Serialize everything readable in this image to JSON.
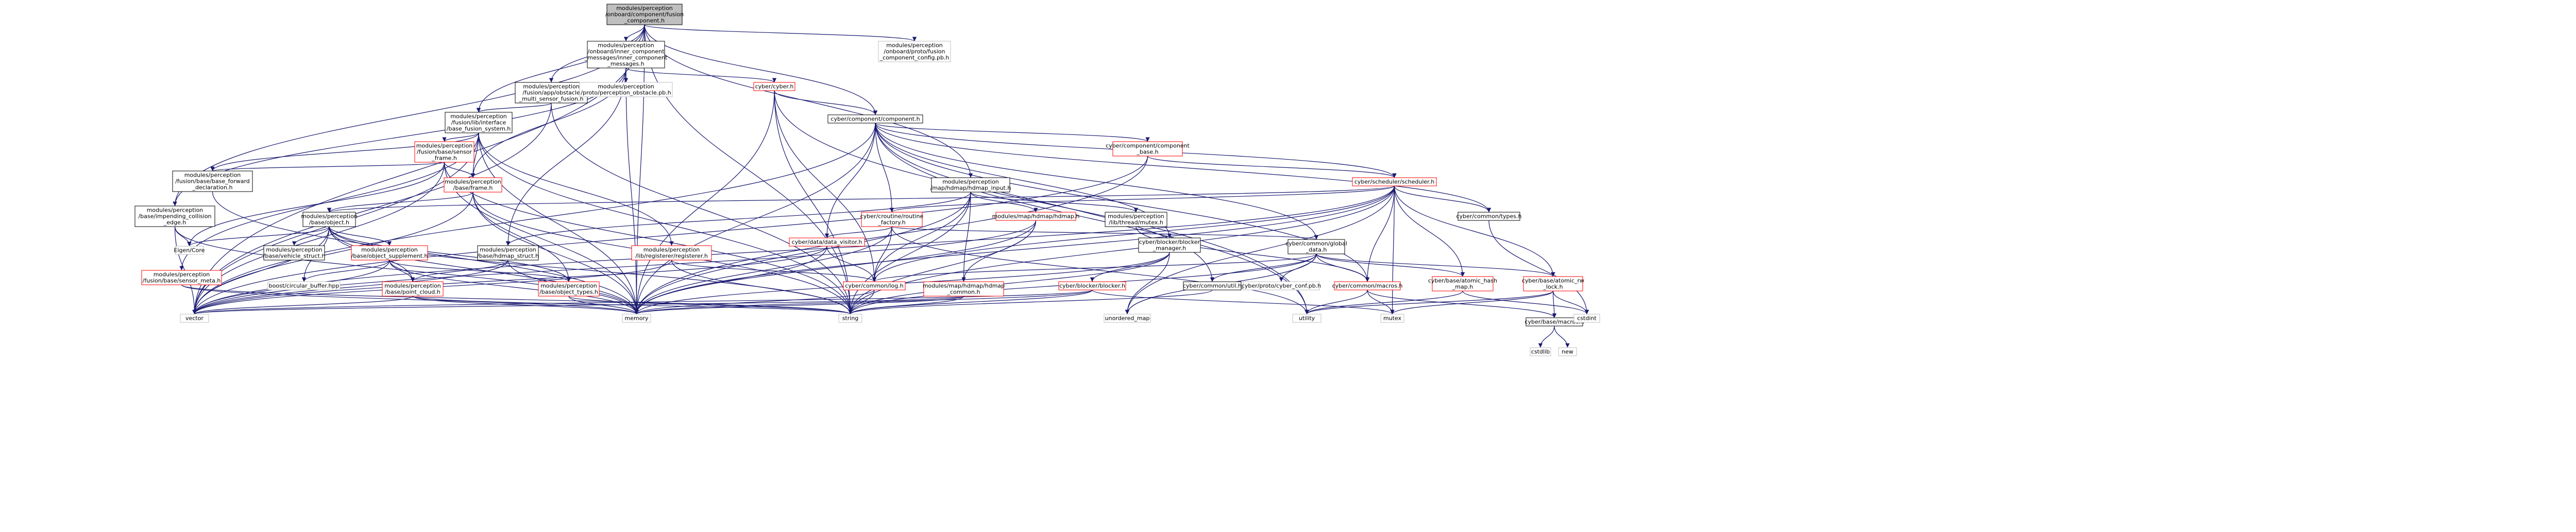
{
  "colors": {
    "edge": "#191970",
    "normal_border": "#000000",
    "normal_fill": "#ffffff",
    "red_border": "#ff0000",
    "root_fill": "#bfbfbf",
    "ext_border": "#bfbfbf"
  },
  "nodes": [
    {
      "id": "root",
      "lines": [
        "modules/perception",
        "/onboard/component/fusion",
        "_component.h"
      ],
      "style": "root"
    },
    {
      "id": "fusion_msgs",
      "lines": [
        "modules/perception",
        "/onboard/inner_component",
        "_messages/inner_component",
        "_messages.h"
      ],
      "style": "normal"
    },
    {
      "id": "fusion_conf",
      "lines": [
        "modules/perception",
        "/onboard/proto/fusion",
        "_component_config.pb.h"
      ],
      "style": "ext"
    },
    {
      "id": "app_fusion",
      "lines": [
        "modules/perception",
        "/fusion/app/obstacle",
        "_multi_sensor_fusion.h"
      ],
      "style": "normal"
    },
    {
      "id": "obstacle_pb",
      "lines": [
        "modules/perception",
        "/proto/perception_obstacle.pb.h"
      ],
      "style": "ext"
    },
    {
      "id": "cyber_h",
      "lines": [
        "cyber/cyber.h"
      ],
      "style": "red"
    },
    {
      "id": "cyber_component",
      "lines": [
        "cyber/component/component.h"
      ],
      "style": "normal"
    },
    {
      "id": "base_fusion",
      "lines": [
        "modules/perception",
        "/fusion/lib/interface",
        "/base_fusion_system.h"
      ],
      "style": "normal"
    },
    {
      "id": "sensor_frame",
      "lines": [
        "modules/perception",
        "/fusion/base/sensor",
        "_frame.h"
      ],
      "style": "red"
    },
    {
      "id": "base_forward",
      "lines": [
        "modules/perception",
        "/fusion/base/base_forward",
        "_declaration.h"
      ],
      "style": "normal"
    },
    {
      "id": "base_frame",
      "lines": [
        "modules/perception",
        "/base/frame.h"
      ],
      "style": "red"
    },
    {
      "id": "hdmap_input",
      "lines": [
        "modules/perception",
        "/map/hdmap/hdmap_input.h"
      ],
      "style": "normal"
    },
    {
      "id": "component_base",
      "lines": [
        "cyber/component/component",
        "_base.h"
      ],
      "style": "red"
    },
    {
      "id": "scheduler",
      "lines": [
        "cyber/scheduler/scheduler.h"
      ],
      "style": "red"
    },
    {
      "id": "pending_collision",
      "lines": [
        "modules/perception",
        "/base/impending_collision",
        "_edge.h"
      ],
      "style": "normal"
    },
    {
      "id": "base_object",
      "lines": [
        "modules/perception",
        "/base/object.h"
      ],
      "style": "normal"
    },
    {
      "id": "eigen",
      "lines": [
        "Eigen/Core"
      ],
      "style": "ext"
    },
    {
      "id": "vehicle_struct",
      "lines": [
        "modules/perception",
        "/base/vehicle_struct.h"
      ],
      "style": "normal"
    },
    {
      "id": "object_supplement",
      "lines": [
        "modules/perception",
        "/base/object_supplement.h"
      ],
      "style": "red"
    },
    {
      "id": "hdmap_struct",
      "lines": [
        "modules/perception",
        "/base/hdmap_struct.h"
      ],
      "style": "normal"
    },
    {
      "id": "registerer",
      "lines": [
        "modules/perception",
        "/lib/registerer/registerer.h"
      ],
      "style": "red"
    },
    {
      "id": "croutine_factory",
      "lines": [
        "cyber/croutine/routine",
        "_factory.h"
      ],
      "style": "red"
    },
    {
      "id": "data_visitor",
      "lines": [
        "cyber/data/data_visitor.h"
      ],
      "style": "red"
    },
    {
      "id": "hdmap_h",
      "lines": [
        "modules/map/hdmap/hdmap.h"
      ],
      "style": "red"
    },
    {
      "id": "lib_thread",
      "lines": [
        "modules/perception",
        "/lib/thread/mutex.h"
      ],
      "style": "normal"
    },
    {
      "id": "blocker_manager",
      "lines": [
        "cyber/blocker/blocker",
        "_manager.h"
      ],
      "style": "normal"
    },
    {
      "id": "global_data",
      "lines": [
        "cyber/common/global",
        "_data.h"
      ],
      "style": "normal"
    },
    {
      "id": "common_types",
      "lines": [
        "cyber/common/types.h"
      ],
      "style": "normal"
    },
    {
      "id": "sensor_meta",
      "lines": [
        "modules/perception",
        "/fusion/base/sensor_meta.h"
      ],
      "style": "red"
    },
    {
      "id": "circular_buffer",
      "lines": [
        "boost/circular_buffer.hpp"
      ],
      "style": "ext"
    },
    {
      "id": "point_cloud",
      "lines": [
        "modules/perception",
        "/base/point_cloud.h"
      ],
      "style": "red"
    },
    {
      "id": "object_types",
      "lines": [
        "modules/perception",
        "/base/object_types.h"
      ],
      "style": "red"
    },
    {
      "id": "common_log",
      "lines": [
        "cyber/common/log.h"
      ],
      "style": "red"
    },
    {
      "id": "hdmap_common",
      "lines": [
        "modules/map/hdmap/hdmap",
        "_common.h"
      ],
      "style": "red"
    },
    {
      "id": "blocker_h",
      "lines": [
        "cyber/blocker/blocker.h"
      ],
      "style": "red"
    },
    {
      "id": "common_util",
      "lines": [
        "cyber/common/util.h"
      ],
      "style": "normal"
    },
    {
      "id": "cyber_conf_pb",
      "lines": [
        "cyber/proto/cyber_conf.pb.h"
      ],
      "style": "ext"
    },
    {
      "id": "common_macros",
      "lines": [
        "cyber/common/macros.h"
      ],
      "style": "red"
    },
    {
      "id": "atomic_hash_map",
      "lines": [
        "cyber/base/atomic_hash",
        "_map.h"
      ],
      "style": "red"
    },
    {
      "id": "atomic_rw_lock",
      "lines": [
        "cyber/base/atomic_rw",
        "_lock.h"
      ],
      "style": "red"
    },
    {
      "id": "vector",
      "lines": [
        "vector"
      ],
      "style": "ext"
    },
    {
      "id": "memory",
      "lines": [
        "memory"
      ],
      "style": "ext"
    },
    {
      "id": "string",
      "lines": [
        "string"
      ],
      "style": "ext"
    },
    {
      "id": "unordered_map",
      "lines": [
        "unordered_map"
      ],
      "style": "ext"
    },
    {
      "id": "utility",
      "lines": [
        "utility"
      ],
      "style": "ext"
    },
    {
      "id": "mutex",
      "lines": [
        "mutex"
      ],
      "style": "ext"
    },
    {
      "id": "base_macros",
      "lines": [
        "cyber/base/macros.h"
      ],
      "style": "normal"
    },
    {
      "id": "cstdint",
      "lines": [
        "cstdint"
      ],
      "style": "ext"
    },
    {
      "id": "cstdlib",
      "lines": [
        "cstdlib"
      ],
      "style": "ext"
    },
    {
      "id": "new",
      "lines": [
        "new"
      ],
      "style": "ext"
    }
  ],
  "edges": [
    [
      "root",
      "fusion_msgs"
    ],
    [
      "root",
      "fusion_conf"
    ],
    [
      "root",
      "app_fusion"
    ],
    [
      "root",
      "base_fusion"
    ],
    [
      "root",
      "cyber_component"
    ],
    [
      "root",
      "pending_collision"
    ],
    [
      "root",
      "hdmap_input"
    ],
    [
      "root",
      "vector"
    ],
    [
      "root",
      "memory"
    ],
    [
      "root",
      "string"
    ],
    [
      "fusion_msgs",
      "obstacle_pb"
    ],
    [
      "fusion_msgs",
      "cyber_h"
    ],
    [
      "fusion_msgs",
      "base_frame"
    ],
    [
      "fusion_msgs",
      "hdmap_struct"
    ],
    [
      "fusion_msgs",
      "memory"
    ],
    [
      "fusion_msgs",
      "pending_collision"
    ],
    [
      "app_fusion",
      "base_fusion"
    ],
    [
      "app_fusion",
      "vector"
    ],
    [
      "app_fusion",
      "string"
    ],
    [
      "cyber_h",
      "cyber_component"
    ],
    [
      "cyber_h",
      "memory"
    ],
    [
      "cyber_h",
      "string"
    ],
    [
      "cyber_h",
      "common_log"
    ],
    [
      "cyber_h",
      "utility"
    ],
    [
      "cyber_component",
      "component_base"
    ],
    [
      "cyber_component",
      "scheduler"
    ],
    [
      "cyber_component",
      "croutine_factory"
    ],
    [
      "cyber_component",
      "data_visitor"
    ],
    [
      "cyber_component",
      "blocker_manager"
    ],
    [
      "cyber_component",
      "global_data"
    ],
    [
      "cyber_component",
      "common_types"
    ],
    [
      "cyber_component",
      "common_util"
    ],
    [
      "cyber_component",
      "common_macros"
    ],
    [
      "cyber_component",
      "vector"
    ],
    [
      "cyber_component",
      "memory"
    ],
    [
      "cyber_component",
      "utility"
    ],
    [
      "base_fusion",
      "sensor_frame"
    ],
    [
      "base_fusion",
      "base_forward"
    ],
    [
      "base_fusion",
      "base_frame"
    ],
    [
      "base_fusion",
      "registerer"
    ],
    [
      "base_fusion",
      "vector"
    ],
    [
      "base_fusion",
      "string"
    ],
    [
      "base_fusion",
      "memory"
    ],
    [
      "base_fusion",
      "sensor_meta"
    ],
    [
      "sensor_frame",
      "base_forward"
    ],
    [
      "sensor_frame",
      "base_frame"
    ],
    [
      "sensor_frame",
      "eigen"
    ],
    [
      "sensor_frame",
      "vector"
    ],
    [
      "sensor_frame",
      "memory"
    ],
    [
      "sensor_frame",
      "string"
    ],
    [
      "base_forward",
      "memory"
    ],
    [
      "base_frame",
      "base_object"
    ],
    [
      "base_frame",
      "object_types"
    ],
    [
      "base_frame",
      "vector"
    ],
    [
      "base_frame",
      "memory"
    ],
    [
      "base_frame",
      "string"
    ],
    [
      "hdmap_input",
      "hdmap_h"
    ],
    [
      "hdmap_input",
      "lib_thread"
    ],
    [
      "hdmap_input",
      "hdmap_struct"
    ],
    [
      "hdmap_input",
      "hdmap_common"
    ],
    [
      "hdmap_input",
      "memory"
    ],
    [
      "hdmap_input",
      "string"
    ],
    [
      "hdmap_input",
      "common_log"
    ],
    [
      "component_base",
      "scheduler"
    ],
    [
      "component_base",
      "memory"
    ],
    [
      "component_base",
      "vector"
    ],
    [
      "scheduler",
      "croutine_factory"
    ],
    [
      "scheduler",
      "common_types"
    ],
    [
      "scheduler",
      "common_macros"
    ],
    [
      "scheduler",
      "atomic_hash_map"
    ],
    [
      "scheduler",
      "atomic_rw_lock"
    ],
    [
      "scheduler",
      "common_log"
    ],
    [
      "scheduler",
      "memory"
    ],
    [
      "scheduler",
      "string"
    ],
    [
      "scheduler",
      "unordered_map"
    ],
    [
      "scheduler",
      "vector"
    ],
    [
      "scheduler",
      "mutex"
    ],
    [
      "scheduler",
      "base_object"
    ],
    [
      "pending_collision",
      "eigen"
    ],
    [
      "pending_collision",
      "memory"
    ],
    [
      "pending_collision",
      "vector"
    ],
    [
      "base_object",
      "eigen"
    ],
    [
      "base_object",
      "vehicle_struct"
    ],
    [
      "base_object",
      "object_supplement"
    ],
    [
      "base_object",
      "point_cloud"
    ],
    [
      "base_object",
      "object_types"
    ],
    [
      "base_object",
      "circular_buffer"
    ],
    [
      "base_object",
      "vector"
    ],
    [
      "base_object",
      "memory"
    ],
    [
      "base_object",
      "string"
    ],
    [
      "object_supplement",
      "point_cloud"
    ],
    [
      "object_supplement",
      "object_types"
    ],
    [
      "object_supplement",
      "circular_buffer"
    ],
    [
      "object_supplement",
      "vector"
    ],
    [
      "object_supplement",
      "memory"
    ],
    [
      "hdmap_struct",
      "point_cloud"
    ],
    [
      "hdmap_struct",
      "memory"
    ],
    [
      "hdmap_struct",
      "vector"
    ],
    [
      "registerer",
      "common_log"
    ],
    [
      "registerer",
      "string"
    ],
    [
      "registerer",
      "vector"
    ],
    [
      "croutine_factory",
      "data_visitor"
    ],
    [
      "croutine_factory",
      "common_log"
    ],
    [
      "croutine_factory",
      "global_data"
    ],
    [
      "croutine_factory",
      "memory"
    ],
    [
      "croutine_factory",
      "utility"
    ],
    [
      "data_visitor",
      "common_log"
    ],
    [
      "data_visitor",
      "memory"
    ],
    [
      "data_visitor",
      "vector"
    ],
    [
      "hdmap_h",
      "hdmap_common"
    ],
    [
      "hdmap_h",
      "memory"
    ],
    [
      "hdmap_h",
      "string"
    ],
    [
      "hdmap_h",
      "vector"
    ],
    [
      "lib_thread",
      "common_macros"
    ],
    [
      "blocker_manager",
      "blocker_h"
    ],
    [
      "blocker_manager",
      "memory"
    ],
    [
      "blocker_manager",
      "string"
    ],
    [
      "blocker_manager",
      "unordered_map"
    ],
    [
      "global_data",
      "common_log"
    ],
    [
      "global_data",
      "common_macros"
    ],
    [
      "global_data",
      "common_util"
    ],
    [
      "global_data",
      "atomic_hash_map"
    ],
    [
      "global_data",
      "atomic_rw_lock"
    ],
    [
      "global_data",
      "cyber_conf_pb"
    ],
    [
      "global_data",
      "string"
    ],
    [
      "global_data",
      "unordered_map"
    ],
    [
      "common_types",
      "cstdint"
    ],
    [
      "sensor_meta",
      "memory"
    ],
    [
      "sensor_meta",
      "string"
    ],
    [
      "point_cloud",
      "vector"
    ],
    [
      "point_cloud",
      "memory"
    ],
    [
      "point_cloud",
      "string"
    ],
    [
      "object_types",
      "string"
    ],
    [
      "object_types",
      "memory"
    ],
    [
      "common_log",
      "string"
    ],
    [
      "common_log",
      "memory"
    ],
    [
      "hdmap_common",
      "memory"
    ],
    [
      "hdmap_common",
      "string"
    ],
    [
      "hdmap_common",
      "vector"
    ],
    [
      "blocker_h",
      "memory"
    ],
    [
      "blocker_h",
      "string"
    ],
    [
      "blocker_h",
      "vector"
    ],
    [
      "blocker_h",
      "mutex"
    ],
    [
      "common_util",
      "string"
    ],
    [
      "common_macros",
      "mutex"
    ],
    [
      "common_macros",
      "base_macros"
    ],
    [
      "common_macros",
      "utility"
    ],
    [
      "atomic_hash_map",
      "utility"
    ],
    [
      "atomic_hash_map",
      "cstdint"
    ],
    [
      "atomic_rw_lock",
      "base_macros"
    ],
    [
      "atomic_rw_lock",
      "cstdint"
    ],
    [
      "atomic_rw_lock",
      "mutex"
    ],
    [
      "atomic_rw_lock",
      "utility"
    ],
    [
      "base_macros",
      "cstdlib"
    ],
    [
      "base_macros",
      "new"
    ]
  ]
}
